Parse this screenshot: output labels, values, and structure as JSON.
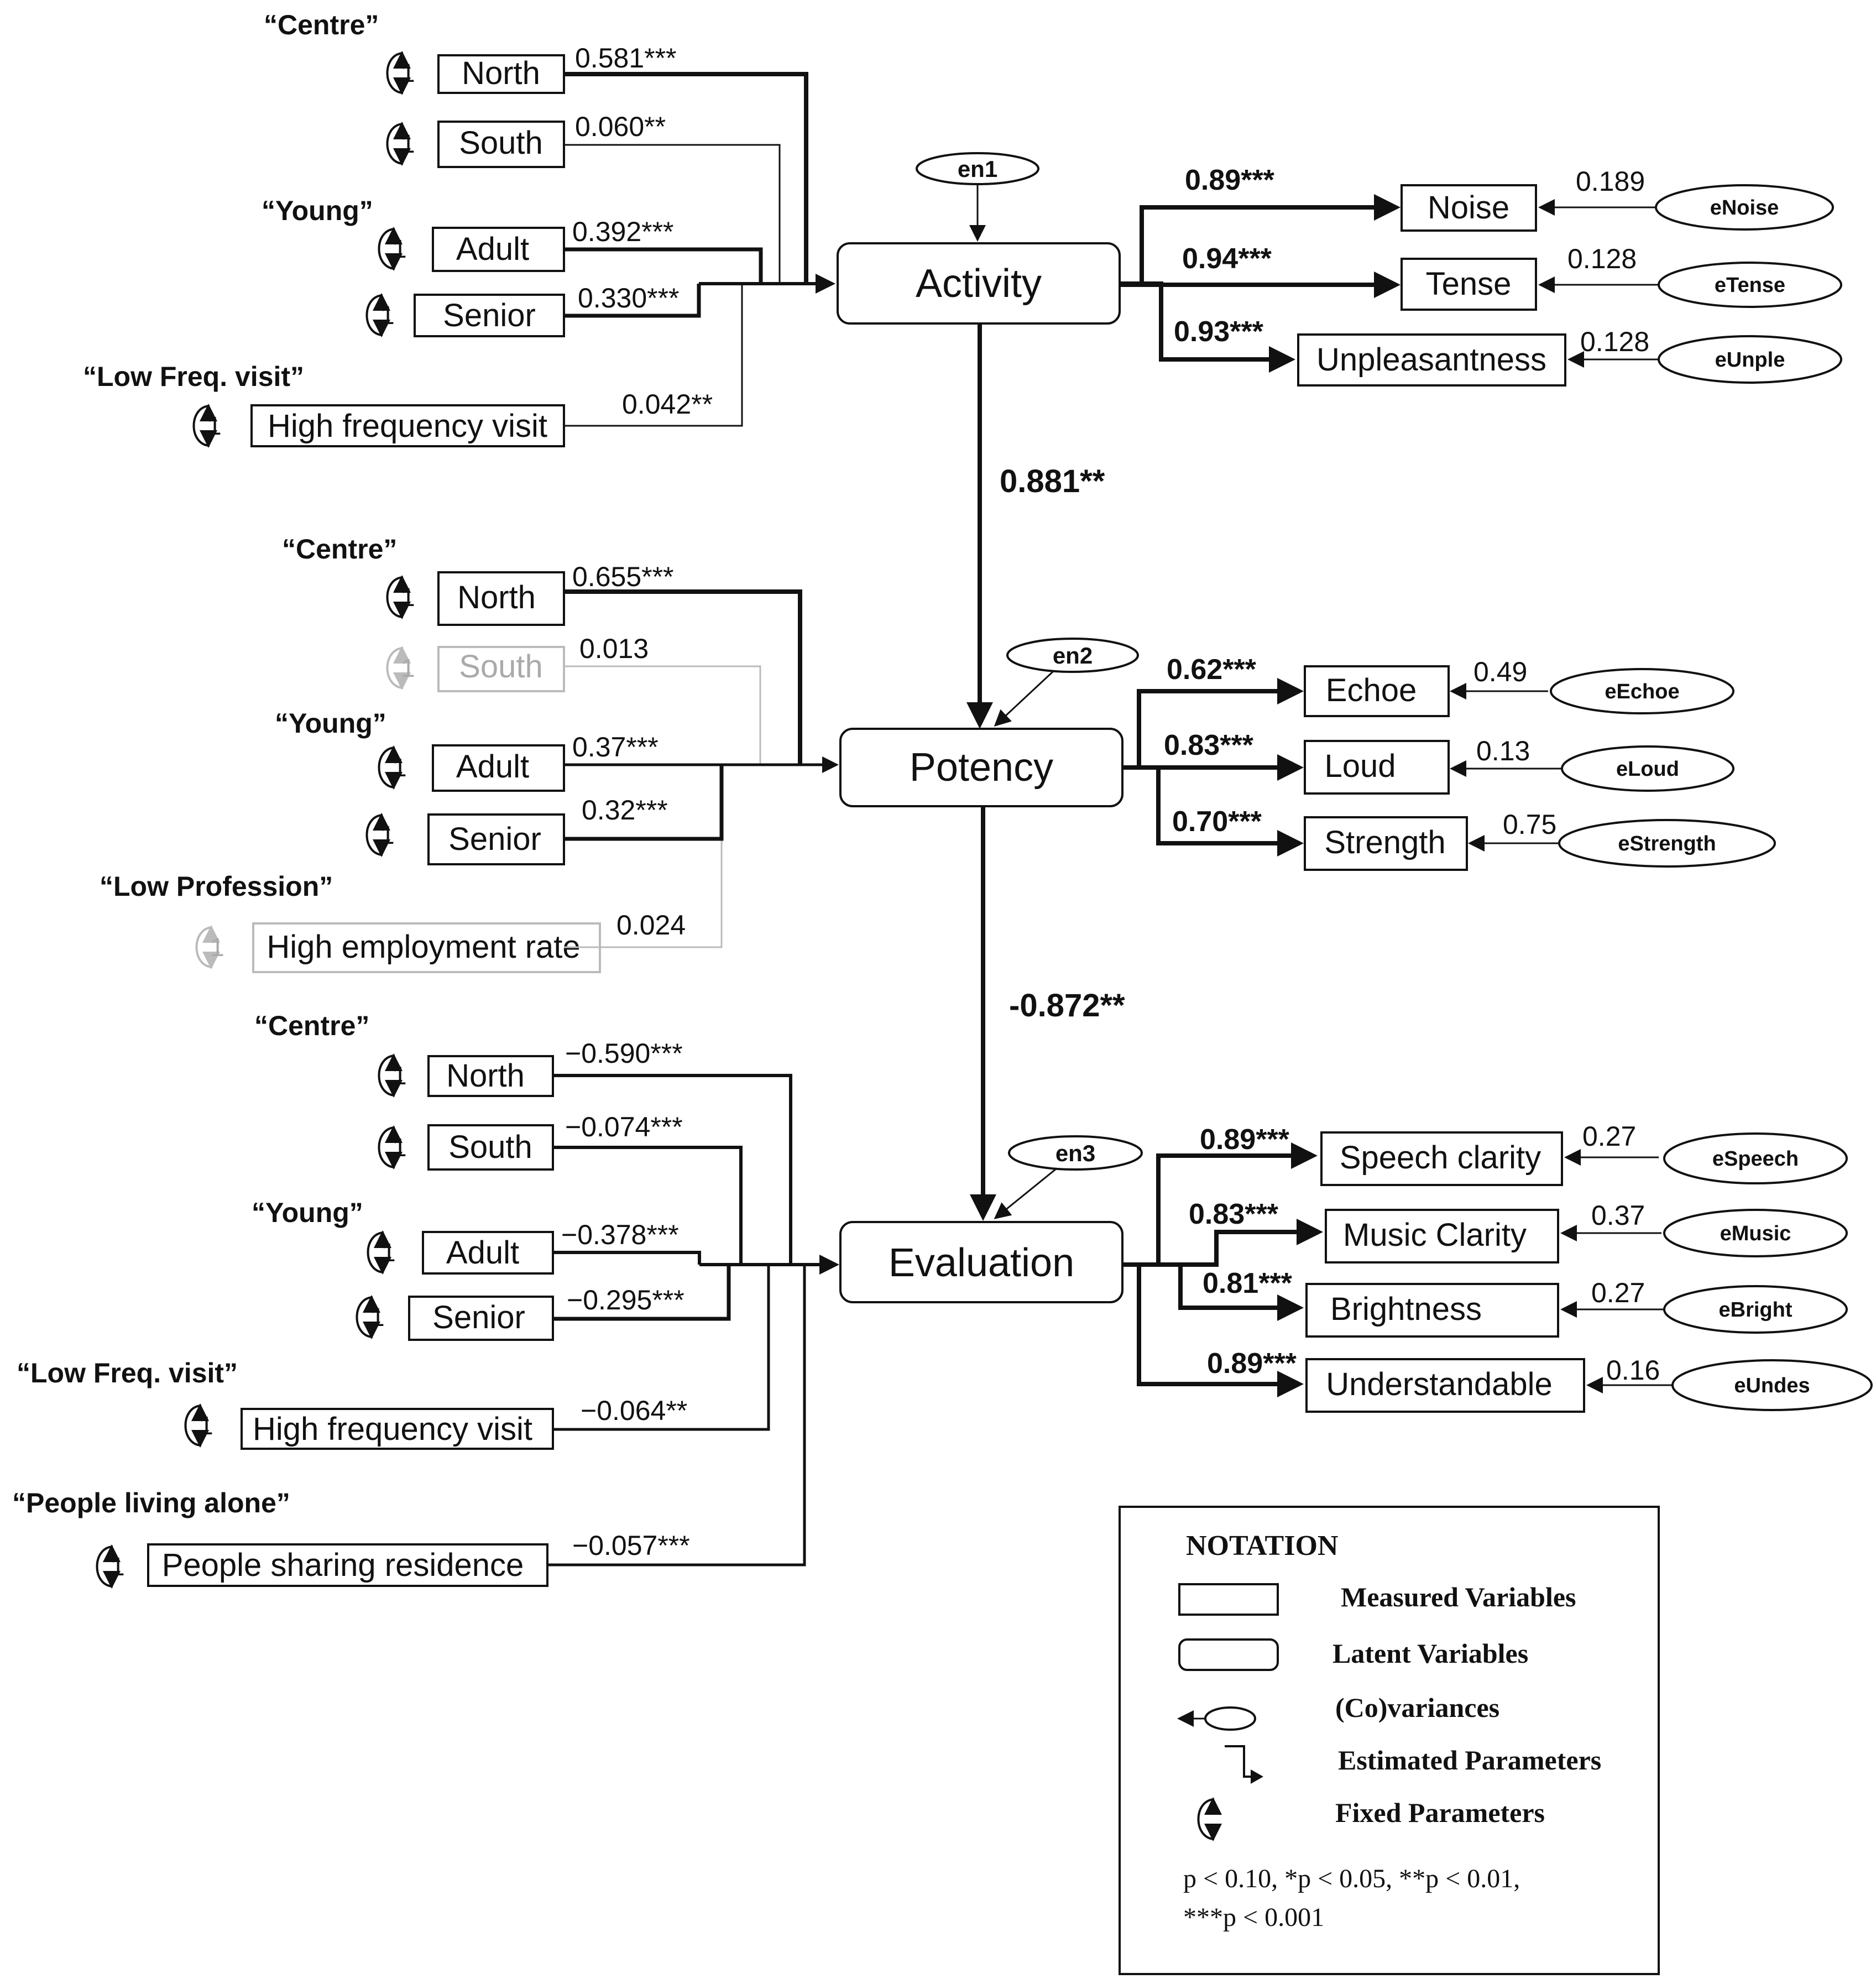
{
  "activity_block": {
    "latent": "Activity",
    "error": "en1",
    "groups": {
      "centre": "“Centre”",
      "young": "“Young”",
      "freq": "“Low Freq. visit”"
    },
    "predictors": [
      {
        "label": "North",
        "coef": "0.581***"
      },
      {
        "label": "South",
        "coef": "0.060**"
      },
      {
        "label": "Adult",
        "coef": "0.392***"
      },
      {
        "label": "Senior",
        "coef": "0.330***"
      },
      {
        "label": "High frequency visit",
        "coef": "0.042**"
      }
    ],
    "indicators": [
      {
        "label": "Noise",
        "loading": "0.89***",
        "variance": "0.189",
        "error": "eNoise"
      },
      {
        "label": "Tense",
        "loading": "0.94***",
        "variance": "0.128",
        "error": "eTense"
      },
      {
        "label": "Unpleasantness",
        "loading": "0.93***",
        "variance": "0.128",
        "error": "eUnple"
      }
    ]
  },
  "path_activity_potency": "0.881**",
  "potency_block": {
    "latent": "Potency",
    "error": "en2",
    "groups": {
      "centre": "“Centre”",
      "young": "“Young”",
      "profession": "“Low Profession”"
    },
    "predictors": [
      {
        "label": "North",
        "coef": "0.655***"
      },
      {
        "label": "South",
        "coef": "0.013"
      },
      {
        "label": "Adult",
        "coef": "0.37***"
      },
      {
        "label": "Senior",
        "coef": "0.32***"
      },
      {
        "label": "High employment rate",
        "coef": "0.024"
      }
    ],
    "indicators": [
      {
        "label": "Echoe",
        "loading": "0.62***",
        "variance": "0.49",
        "error": "eEchoe"
      },
      {
        "label": "Loud",
        "loading": "0.83***",
        "variance": "0.13",
        "error": "eLoud"
      },
      {
        "label": "Strength",
        "loading": "0.70***",
        "variance": "0.75",
        "error": "eStrength"
      }
    ]
  },
  "path_potency_evaluation": "-0.872**",
  "evaluation_block": {
    "latent": "Evaluation",
    "error": "en3",
    "groups": {
      "centre": "“Centre”",
      "young": "“Young”",
      "freq": "“Low Freq. visit”",
      "alone": "“People living alone”"
    },
    "predictors": [
      {
        "label": "North",
        "coef": "−0.590***"
      },
      {
        "label": "South",
        "coef": "−0.074***"
      },
      {
        "label": "Adult",
        "coef": "−0.378***"
      },
      {
        "label": "Senior",
        "coef": "−0.295***"
      },
      {
        "label": "High frequency visit",
        "coef": "−0.064**"
      },
      {
        "label": "People sharing residence",
        "coef": "−0.057***"
      }
    ],
    "indicators": [
      {
        "label": "Speech clarity",
        "loading": "0.89***",
        "variance": "0.27",
        "error": "eSpeech"
      },
      {
        "label": "Music Clarity",
        "loading": "0.83***",
        "variance": "0.37",
        "error": "eMusic"
      },
      {
        "label": "Brightness",
        "loading": "0.81***",
        "variance": "0.27",
        "error": "eBright"
      },
      {
        "label": "Understandable",
        "loading": "0.89***",
        "variance": "0.16",
        "error": "eUndes"
      }
    ]
  },
  "fixed_parameter": "1",
  "legend": {
    "title": "NOTATION",
    "items": [
      "Measured Variables",
      "Latent Variables",
      "(Co)variances",
      "Estimated Parameters",
      "Fixed Parameters"
    ],
    "note_line1": "p < 0.10,  *p < 0.05,  **p < 0.01,",
    "note_line2": "***p < 0.001"
  }
}
